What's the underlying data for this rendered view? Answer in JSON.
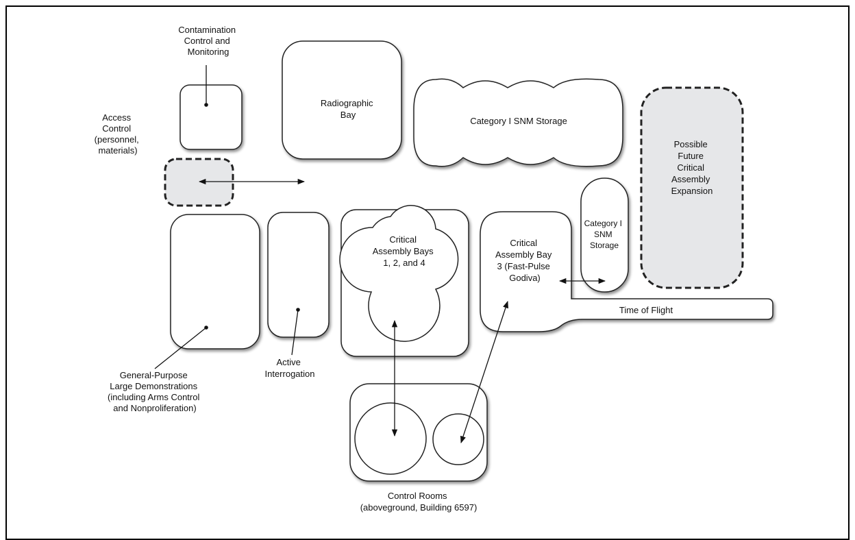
{
  "labels": {
    "contamination": [
      "Contamination",
      "Control and",
      "Monitoring"
    ],
    "access": [
      "Access",
      "Control",
      "(personnel,",
      "materials)"
    ],
    "radiographic": [
      "Radiographic",
      "Bay"
    ],
    "snm_large": [
      "Category I SNM Storage"
    ],
    "future": [
      "Possible",
      "Future",
      "Critical",
      "Assembly",
      "Expansion"
    ],
    "snm_small": [
      "Category I",
      "SNM",
      "Storage"
    ],
    "cab124": [
      "Critical",
      "Assembly Bays",
      "1, 2, and 4"
    ],
    "cab3": [
      "Critical",
      "Assembly Bay",
      "3 (Fast-Pulse",
      "Godiva)"
    ],
    "tof": [
      "Time of Flight"
    ],
    "general": [
      "General-Purpose",
      "Large Demonstrations",
      "(including Arms Control",
      "and Nonproliferation)"
    ],
    "active": [
      "Active",
      "Interrogation"
    ],
    "control": [
      "Control Rooms",
      "(aboveground, Building 6597)"
    ]
  }
}
